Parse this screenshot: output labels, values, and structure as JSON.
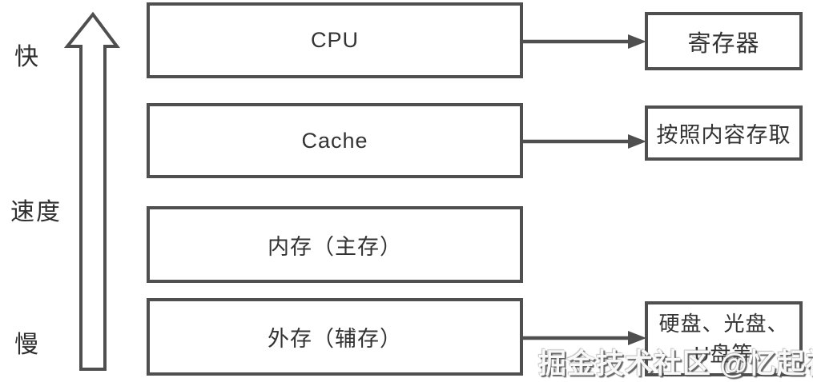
{
  "axis": {
    "fast_label": "快",
    "title": "速度",
    "slow_label": "慢"
  },
  "levels": [
    {
      "name": "CPU"
    },
    {
      "name": "Cache"
    },
    {
      "name": "内存（主存）"
    },
    {
      "name": "外存（辅存）"
    }
  ],
  "notes": [
    {
      "text": "寄存器"
    },
    {
      "text": "按照内容存取"
    },
    {
      "line1": "硬盘、光盘、",
      "line2": "U盘等"
    }
  ],
  "watermark": "掘金技术社区 @忆起初见",
  "colors": {
    "line": "#4f4f4f",
    "text": "#333333",
    "background": "#ffffff"
  }
}
